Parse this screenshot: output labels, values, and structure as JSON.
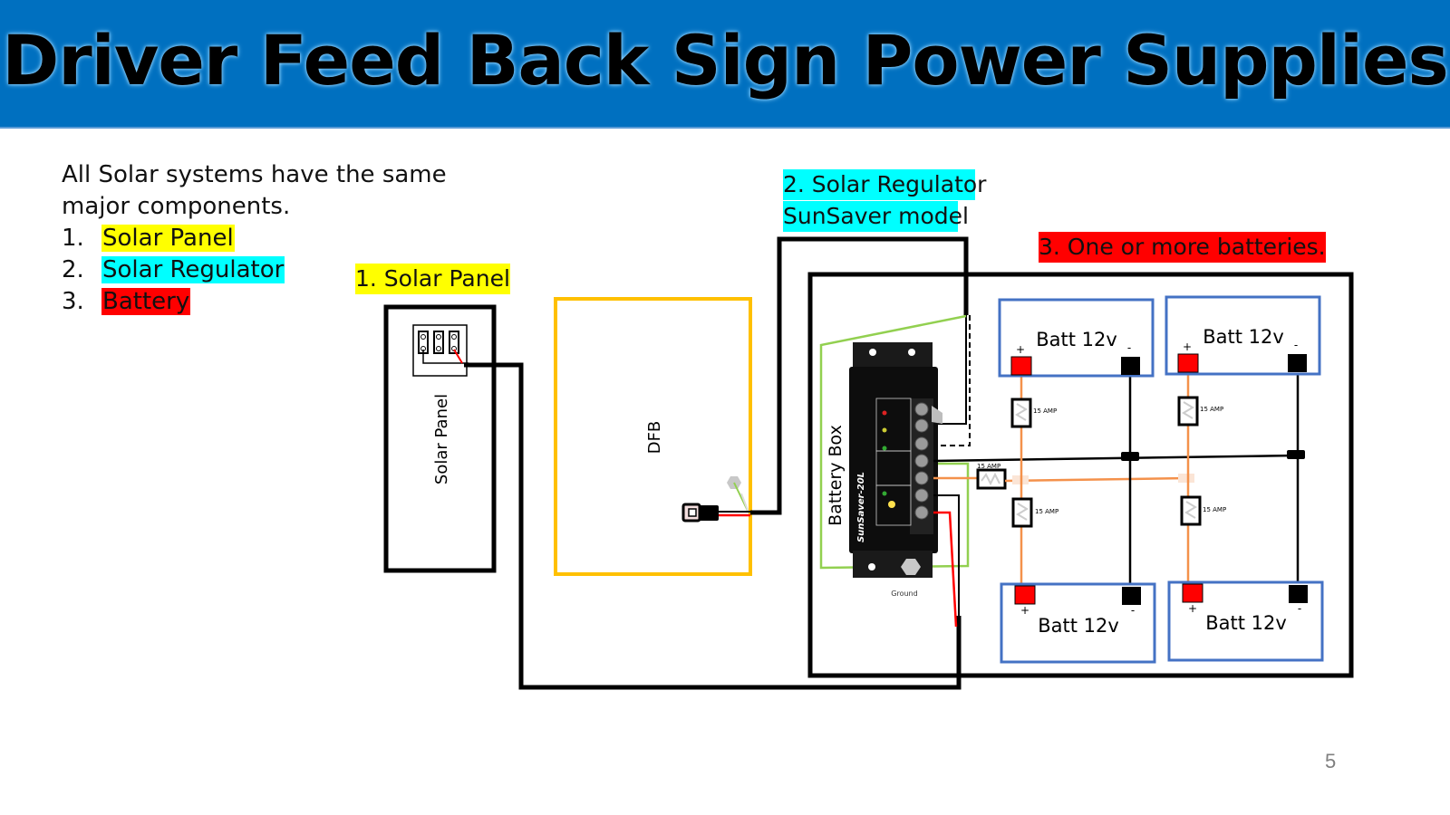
{
  "slide": {
    "title": "Driver Feed Back Sign Power Supplies",
    "page_number": "5"
  },
  "intro": {
    "line1": "All Solar systems have the same",
    "line2": "major components.",
    "items": [
      {
        "num": "1.",
        "label": "Solar Panel",
        "highlight": "#FFFF00"
      },
      {
        "num": "2.",
        "label": "Solar Regulator",
        "highlight": "#00FFFF"
      },
      {
        "num": "3.",
        "label": "Battery",
        "highlight": "#FF0000"
      }
    ]
  },
  "callouts": {
    "solar_panel": "1. Solar Panel",
    "regulator_line1": "2. Solar Regulator",
    "regulator_line2": "SunSaver model",
    "batteries": "3. One or more batteries."
  },
  "diagram": {
    "solar_panel_label": "Solar Panel",
    "dfb_label": "DFB",
    "battery_box_label": "Battery Box",
    "ground_label": "Ground",
    "regulator_brand": "SunSaver-20L",
    "fuse_label": "15 AMP",
    "batteries": [
      {
        "label": "Batt 12v",
        "plus": "+",
        "minus": "-"
      },
      {
        "label": "Batt 12v",
        "plus": "+",
        "minus": "-"
      },
      {
        "label": "Batt 12v",
        "plus": "+",
        "minus": "-"
      },
      {
        "label": "Batt 12v",
        "plus": "+",
        "minus": "-"
      }
    ],
    "colors": {
      "title_bar": "#0070C0",
      "dfb_border": "#FFC000",
      "battery_border": "#4472C4",
      "positive_terminal": "#FF0000",
      "negative_terminal": "#000000",
      "ground_wire": "#92D050",
      "fused_wire": "#F4914B"
    }
  }
}
